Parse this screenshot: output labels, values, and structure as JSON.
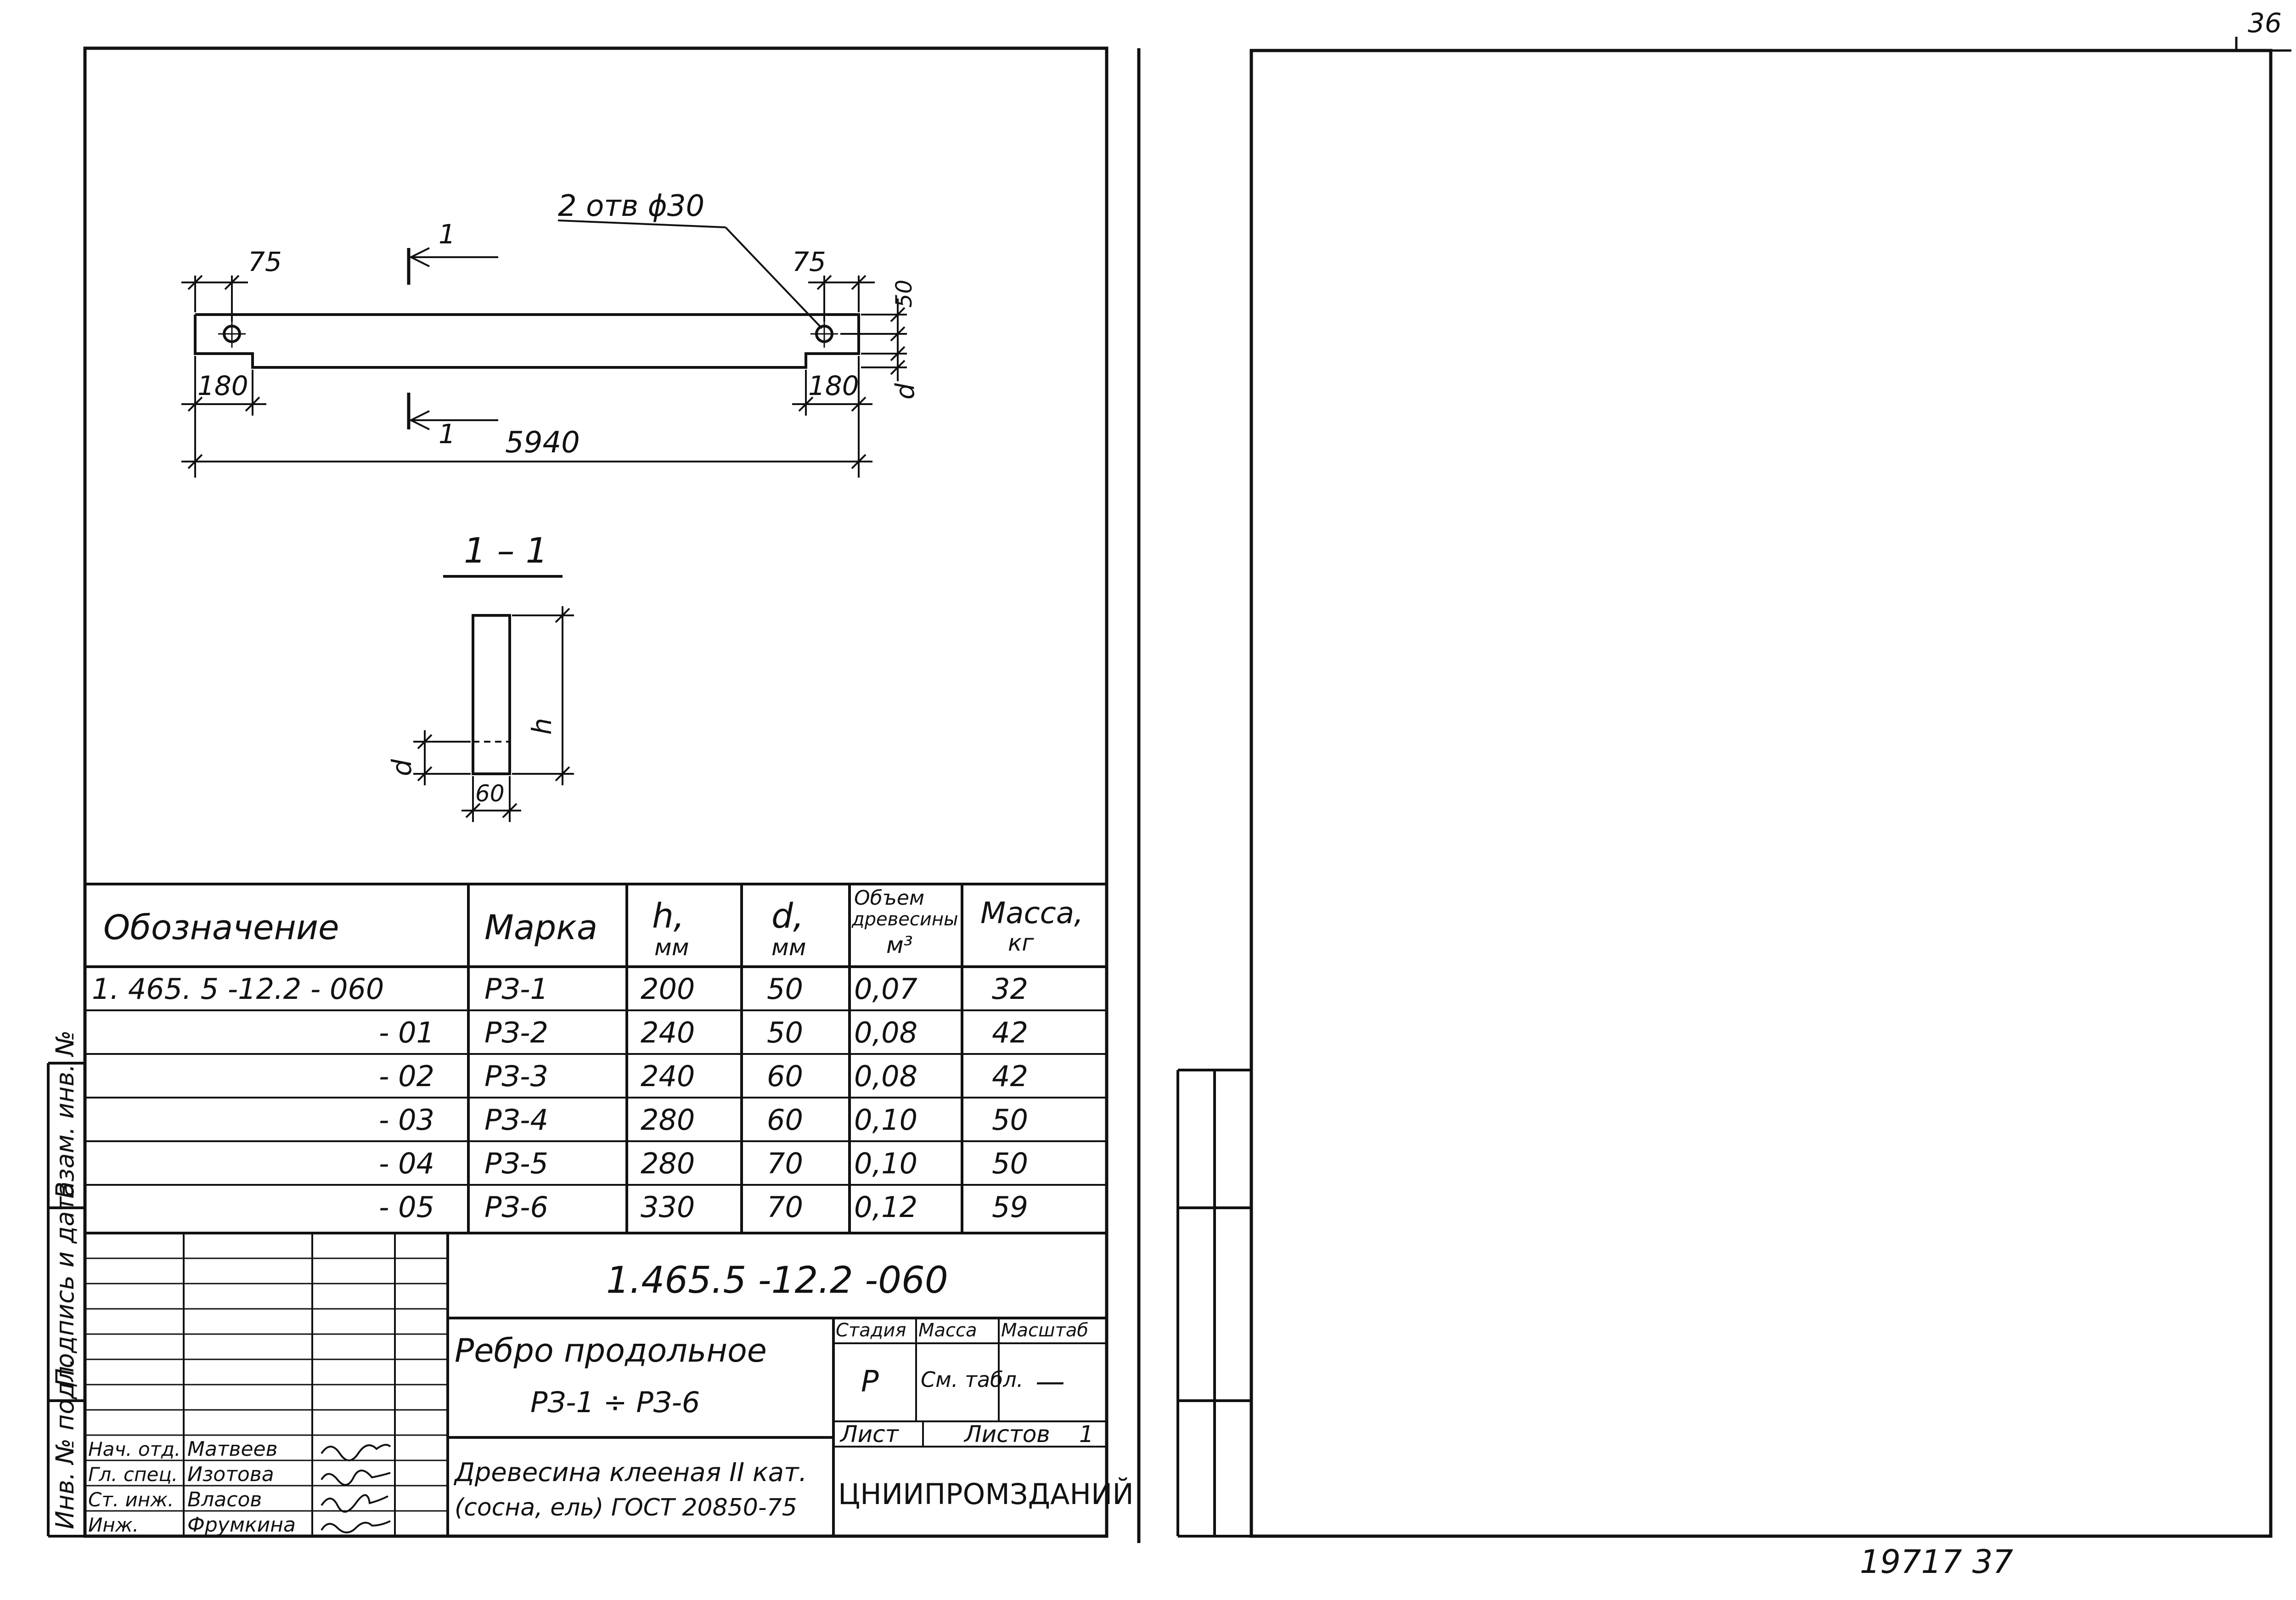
{
  "page_number_top": "36",
  "page_number_bottom": "19717 37",
  "drawing": {
    "hole_label": "2 отв ϕ30",
    "dim_left_75": "75",
    "dim_right_75": "75",
    "dim_50": "50",
    "dim_d_side": "d",
    "dim_left_180": "180",
    "dim_right_180": "180",
    "dim_total": "5940",
    "section_mark_top": "1",
    "section_mark_bottom": "1",
    "section_title": "1 – 1",
    "section_h": "h",
    "section_d": "d",
    "section_width": "60"
  },
  "table": {
    "headers": {
      "designation": "Обозначение",
      "mark": "Марка",
      "h": "h,",
      "h_unit": "мм",
      "d": "d,",
      "d_unit": "мм",
      "volume_1": "Объем",
      "volume_2": "древесины",
      "volume_unit": "м³",
      "mass": "Масса,",
      "mass_unit": "кг"
    },
    "rows": [
      {
        "designation": "1. 465. 5 -12.2 - 060",
        "mark": "РЗ-1",
        "h": "200",
        "d": "50",
        "volume": "0,07",
        "mass": "32"
      },
      {
        "designation": "- 01",
        "mark": "РЗ-2",
        "h": "240",
        "d": "50",
        "volume": "0,08",
        "mass": "42"
      },
      {
        "designation": "- 02",
        "mark": "РЗ-3",
        "h": "240",
        "d": "60",
        "volume": "0,08",
        "mass": "42"
      },
      {
        "designation": "- 03",
        "mark": "РЗ-4",
        "h": "280",
        "d": "60",
        "volume": "0,10",
        "mass": "50"
      },
      {
        "designation": "- 04",
        "mark": "РЗ-5",
        "h": "280",
        "d": "70",
        "volume": "0,10",
        "mass": "50"
      },
      {
        "designation": "- 05",
        "mark": "РЗ-6",
        "h": "330",
        "d": "70",
        "volume": "0,12",
        "mass": "59"
      }
    ]
  },
  "title_block": {
    "doc_number": "1.465.5 -12.2 -060",
    "name_1": "Ребро продольное",
    "name_2": "РЗ-1 ÷ РЗ-6",
    "stage_label": "Стадия",
    "mass_label": "Масса",
    "scale_label": "Масштаб",
    "stage_value": "Р",
    "mass_value": "См. табл.",
    "scale_value": "—",
    "sheet_label": "Лист",
    "sheets_label": "Листов",
    "sheets_value": "1",
    "material_1": "Древесина клееная II кат.",
    "material_2": "(сосна, ель) ГОСТ 20850-75",
    "organization": "ЦНИИПРОМЗДАНИЙ",
    "staff": [
      {
        "role": "Нач. отд.",
        "name": "Матвеев",
        "sign": "~sign"
      },
      {
        "role": "Гл. спец.",
        "name": "Изотова",
        "sign": "~sign"
      },
      {
        "role": "Ст. инж.",
        "name": "Власов",
        "sign": "~sign"
      },
      {
        "role": "Инж.",
        "name": "Фрумкина",
        "sign": "~sign"
      }
    ]
  },
  "side_stamp": {
    "inv": "Инв. № подл.",
    "sign_date": "Подпись и дата",
    "replace": "Взам. инв. №"
  }
}
